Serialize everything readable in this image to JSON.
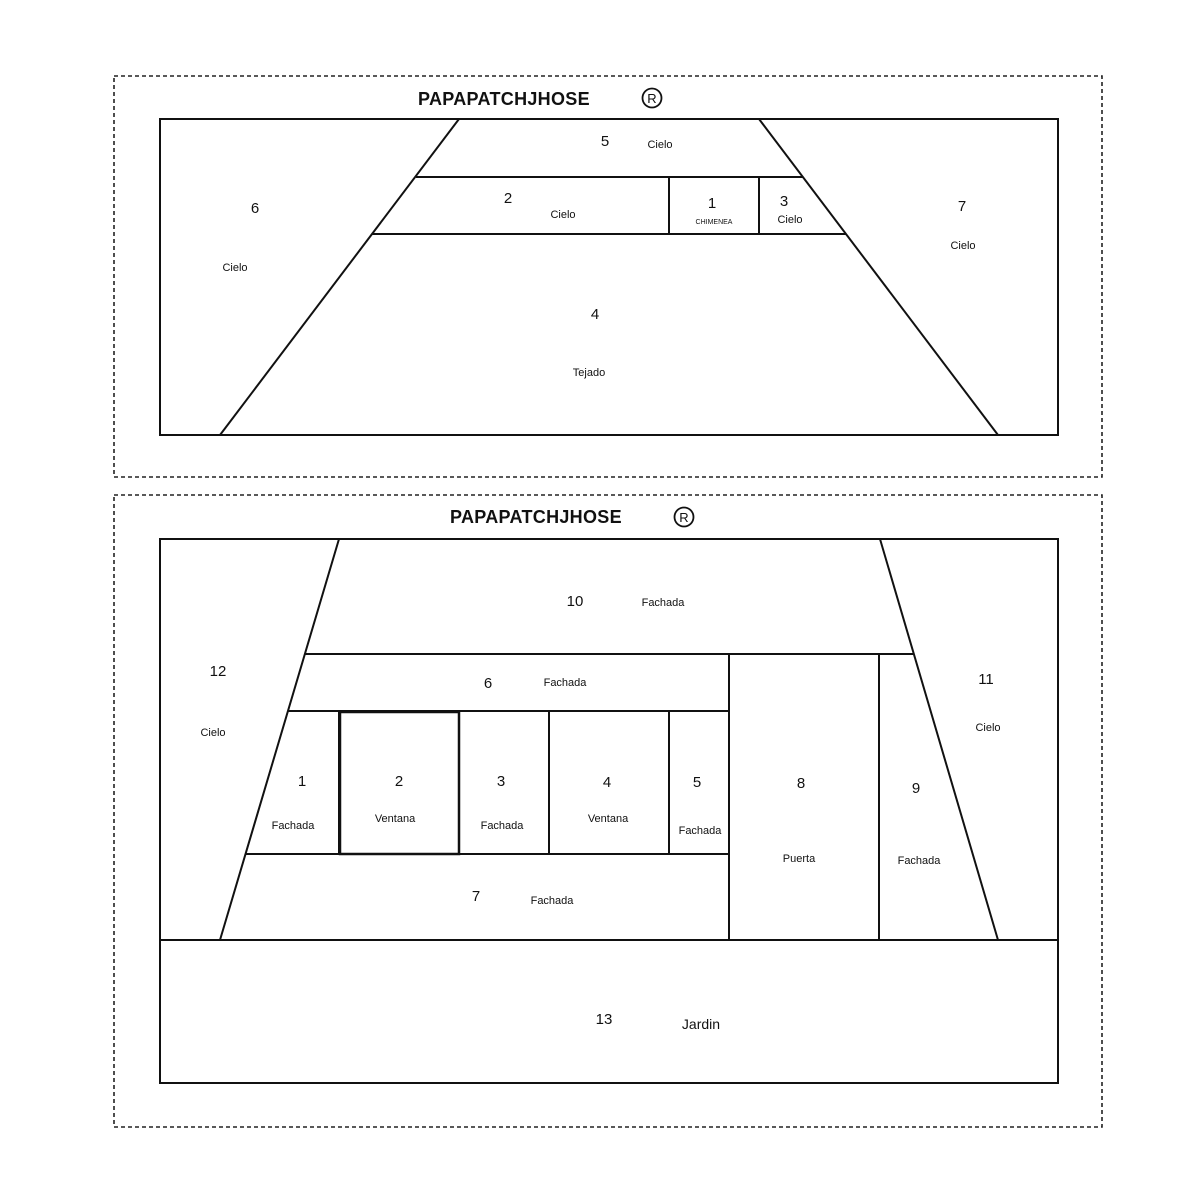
{
  "top_panel": {
    "brand": "PAPAPATCHJHOSE",
    "reg_symbol": "R",
    "regions": [
      {
        "id": "top-5",
        "number": "5",
        "label": "Cielo"
      },
      {
        "id": "top-2",
        "number": "2",
        "label": "Cielo"
      },
      {
        "id": "top-1",
        "number": "1",
        "label": "CHIMENEA"
      },
      {
        "id": "top-3",
        "number": "3",
        "label": "Cielo"
      },
      {
        "id": "top-6",
        "number": "6",
        "label": "Cielo"
      },
      {
        "id": "top-7",
        "number": "7",
        "label": "Cielo"
      },
      {
        "id": "top-4",
        "number": "4",
        "label": "Tejado"
      }
    ]
  },
  "bottom_panel": {
    "brand": "PAPAPATCHJHOSE",
    "reg_symbol": "R",
    "regions": [
      {
        "id": "bot-10",
        "number": "10",
        "label": "Fachada"
      },
      {
        "id": "bot-6",
        "number": "6",
        "label": "Fachada"
      },
      {
        "id": "bot-12",
        "number": "12",
        "label": "Cielo"
      },
      {
        "id": "bot-11",
        "number": "11",
        "label": "Cielo"
      },
      {
        "id": "bot-1",
        "number": "1",
        "label": "Fachada"
      },
      {
        "id": "bot-2",
        "number": "2",
        "label": "Ventana"
      },
      {
        "id": "bot-3",
        "number": "3",
        "label": "Fachada"
      },
      {
        "id": "bot-4",
        "number": "4",
        "label": "Ventana"
      },
      {
        "id": "bot-5",
        "number": "5",
        "label": "Fachada"
      },
      {
        "id": "bot-8",
        "number": "8",
        "label": "Puerta"
      },
      {
        "id": "bot-9",
        "number": "9",
        "label": "Fachada"
      },
      {
        "id": "bot-7",
        "number": "7",
        "label": "Fachada"
      },
      {
        "id": "bot-13",
        "number": "13",
        "label": "Jardin"
      }
    ]
  }
}
